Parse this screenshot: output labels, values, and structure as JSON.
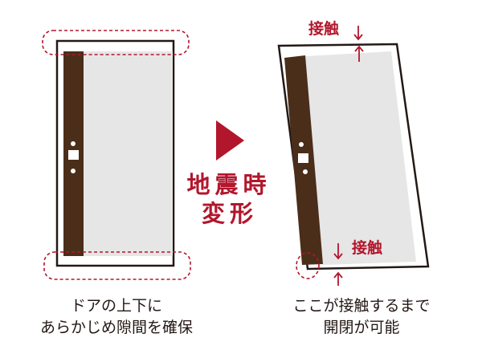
{
  "colors": {
    "accent": "#b2162c",
    "door_frame_dark": "#4a2e1a",
    "door_panel": "#e6e6e6",
    "outline": "#231815"
  },
  "center_label": {
    "line1": "地震時",
    "line2": "変形"
  },
  "left_door": {
    "caption_line1": "ドアの上下に",
    "caption_line2": "あらかじめ隙間を確保"
  },
  "right_door": {
    "top_contact_label": "接触",
    "bottom_contact_label": "接触",
    "caption_line1": "ここが接触するまで",
    "caption_line2": "開閉が可能"
  }
}
